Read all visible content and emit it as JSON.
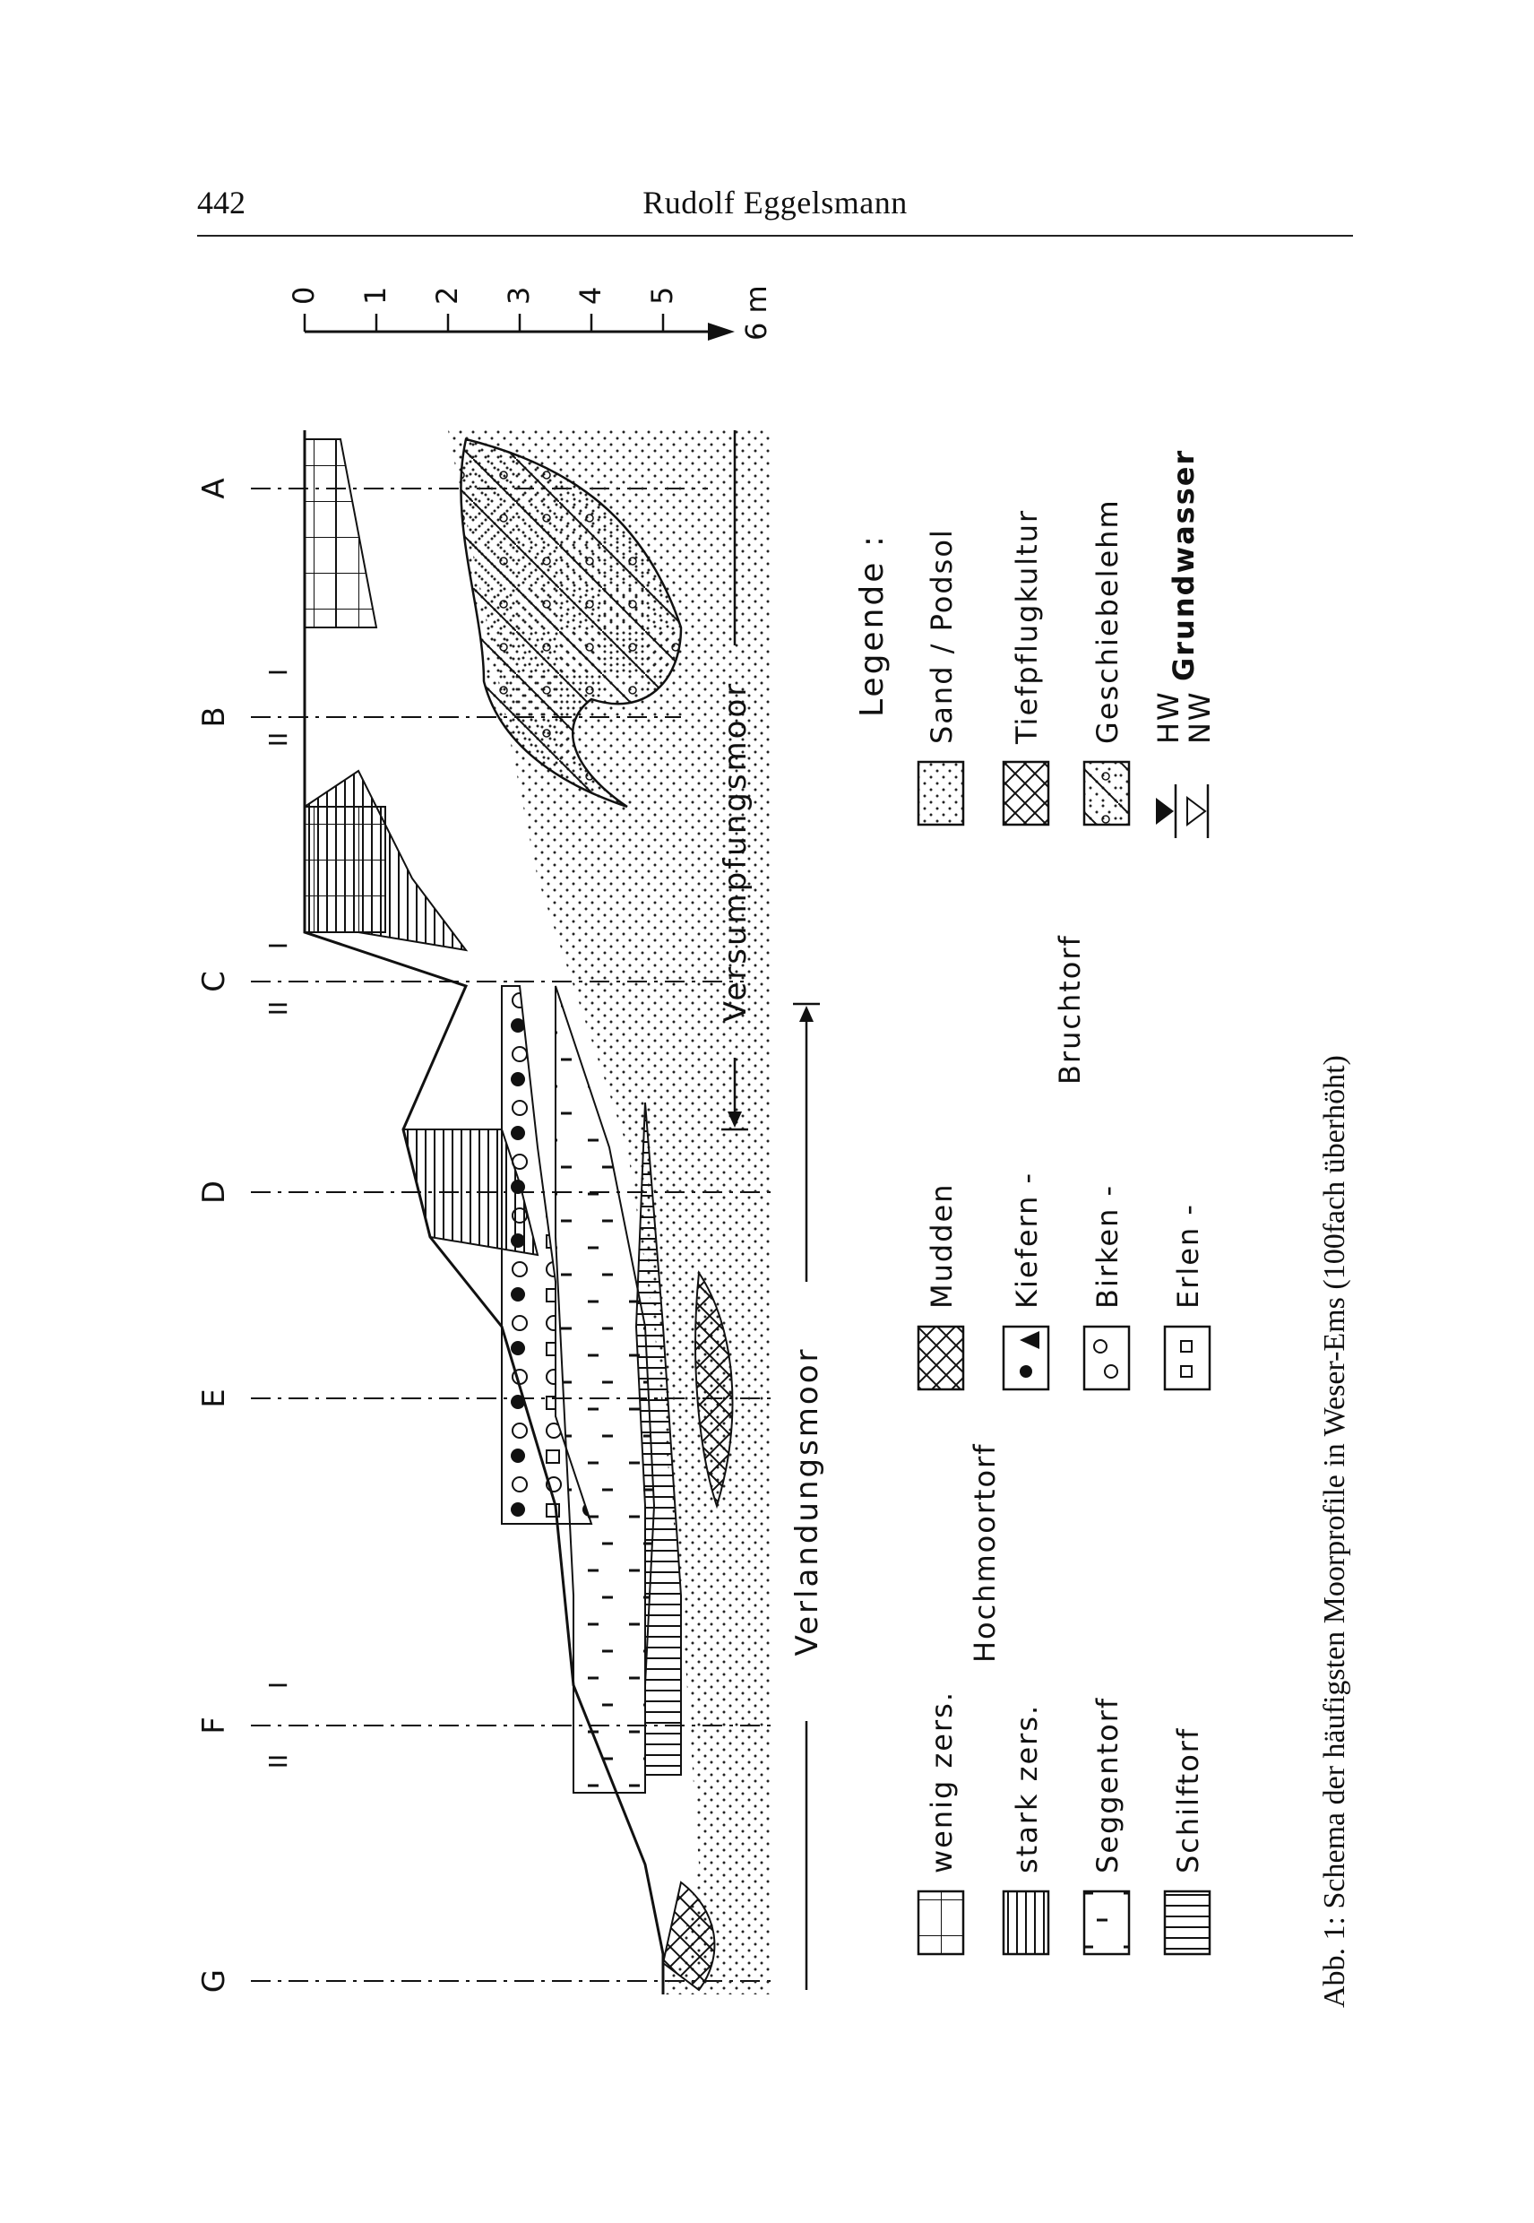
{
  "header": {
    "page_number": "442",
    "author": "Rudolf Eggelsmann"
  },
  "caption": "Abb. 1: Schema der häufigsten Moorprofile in Weser-Ems (100fach überhöht)",
  "profiles": {
    "A": "A",
    "B": "B",
    "C": "C",
    "D": "D",
    "E": "E",
    "F": "F",
    "G": "G",
    "sub_I": "I",
    "sub_II": "II"
  },
  "scale": {
    "ticks": [
      "0",
      "1",
      "2",
      "3",
      "4",
      "5"
    ],
    "end_label": "6 m"
  },
  "zones": {
    "versumpfungsmoor": "Versumpfungsmoor",
    "verlandungsmoor": "Verlandungsmoor"
  },
  "legend": {
    "title": "Legende :",
    "wenig": "wenig  zers.",
    "stark": "stark  zers.",
    "hochmoortorf": "Hochmoortorf",
    "seggentorf": "Seggentorf",
    "schilftorf": "Schilftorf",
    "mudden": "Mudden",
    "kiefern": "Kiefern -",
    "birken": "Birken -",
    "erlen": "Erlen -",
    "bruchtorf": "Bruchtorf",
    "sand": "Sand / Podsol",
    "tiefpflug": "Tiefpflugkultur",
    "geschiebelehm": "Geschiebelehm",
    "hw": "HW",
    "nw": "NW",
    "grundwasser": "Grundwasser"
  }
}
